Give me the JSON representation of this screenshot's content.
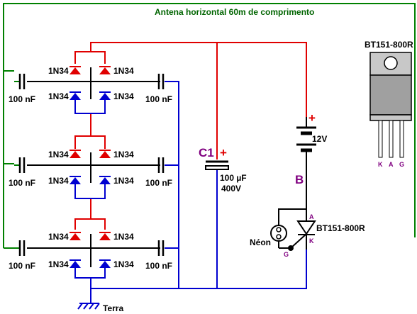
{
  "colors": {
    "green_wire": "#008000",
    "red_wire": "#e00000",
    "blue_wire": "#0000d0",
    "black_wire": "#000000",
    "purple_text": "#800080",
    "green_text": "#006400",
    "heatsink_gray": "#c8c8c8",
    "body_gray": "#a0a0a0"
  },
  "title": "Antena horizontal 60m de comprimento",
  "diode_label": "1N34",
  "capacitor_label": "100 nF",
  "c1": {
    "name": "C1",
    "plus": "+",
    "value": "100 µF",
    "voltage": "400V"
  },
  "battery": {
    "plus": "+",
    "voltage": "12V"
  },
  "point_b": "B",
  "scr": {
    "part": "BT151-800R",
    "pin_a": "A",
    "pin_k": "K",
    "pin_g": "G",
    "package_title": "BT151-800R",
    "package_pins": [
      "K",
      "A",
      "G"
    ]
  },
  "neon": "Néon",
  "ground": "Terra",
  "icons": [
    "ground-icon",
    "diode-icon",
    "capacitor-icon",
    "battery-icon",
    "neon-lamp-icon",
    "scr-icon",
    "to220-package-icon"
  ]
}
